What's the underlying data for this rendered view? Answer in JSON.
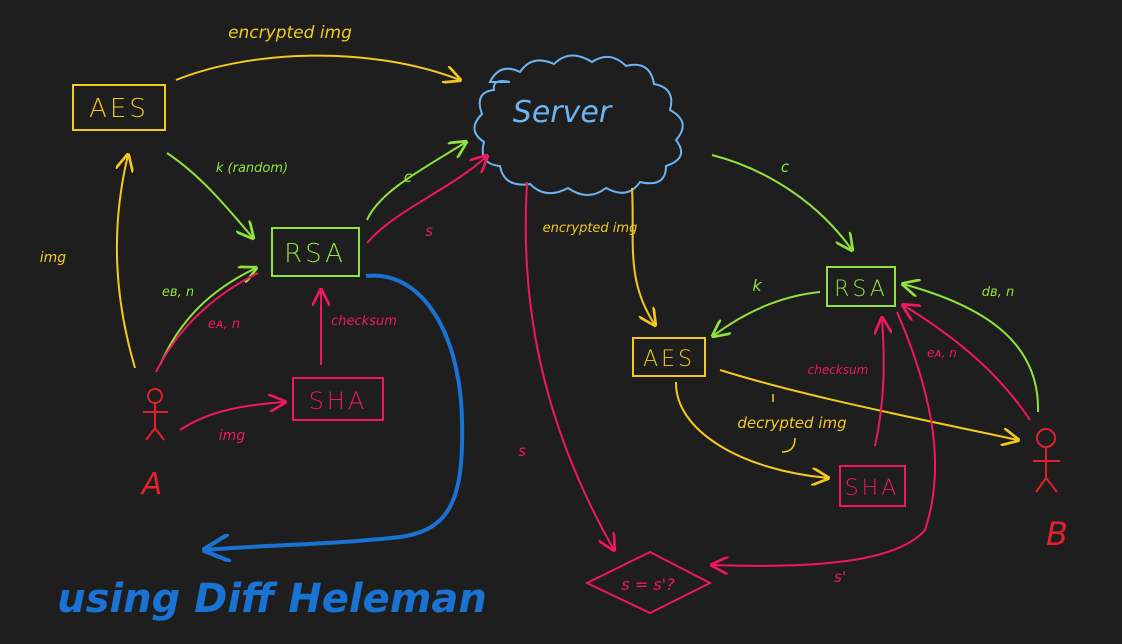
{
  "colors": {
    "background": "#1e1e1e",
    "yellow": "#f3c921",
    "green": "#8fe33c",
    "pink": "#f0175f",
    "blue": "#6cb4f2",
    "darkblue": "#1a72d2",
    "red": "#e2202c"
  },
  "nodes": {
    "aes_sender": "AES",
    "rsa_sender": "RSA",
    "sha_sender": "SHA",
    "server": "Server",
    "rsa_receiver": "RSA",
    "aes_receiver": "AES",
    "sha_receiver": "SHA",
    "compare": "s = s'?",
    "user_a": "A",
    "user_b": "B"
  },
  "edge_labels": {
    "encrypted_img_top": "encrypted img",
    "k_random": "k (random)",
    "c_left": "c",
    "s_left": "s",
    "img_left": "img",
    "eb_n": "eв, n",
    "ea_n": "eᴀ, n",
    "checksum_left": "checksum",
    "img_bottom": "img",
    "c_right": "c",
    "encrypted_img_right": "encrypted img",
    "k_right": "k",
    "db_n": "dв, n",
    "checksum_right": "checksum",
    "ea_n_right": "eᴀ, n",
    "decrypted_img": "decrypted img",
    "s_down": "s",
    "s_prime": "s'",
    "note": "using Diff Heleman"
  }
}
